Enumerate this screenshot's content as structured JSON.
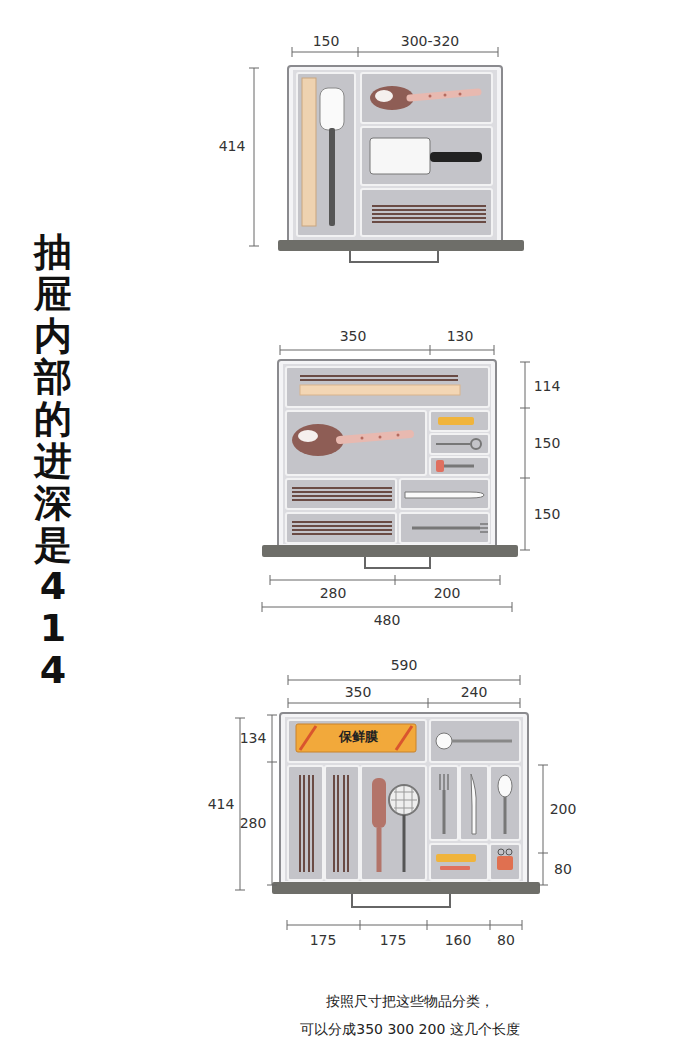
{
  "diagram": {
    "title": "抽屉内部的进深是414",
    "caption": "按照尺寸把这些物品分类， 可以分成350 300 200 这几个长度",
    "labels": [
      "150",
      "300-320",
      "414",
      "350",
      "130",
      "114",
      "150",
      "150",
      "280",
      "200",
      "480",
      "590",
      "350",
      "240",
      "134",
      "保鲜膜",
      "414",
      "280",
      "200",
      "80",
      "175",
      "175",
      "160",
      "80"
    ]
  }
}
